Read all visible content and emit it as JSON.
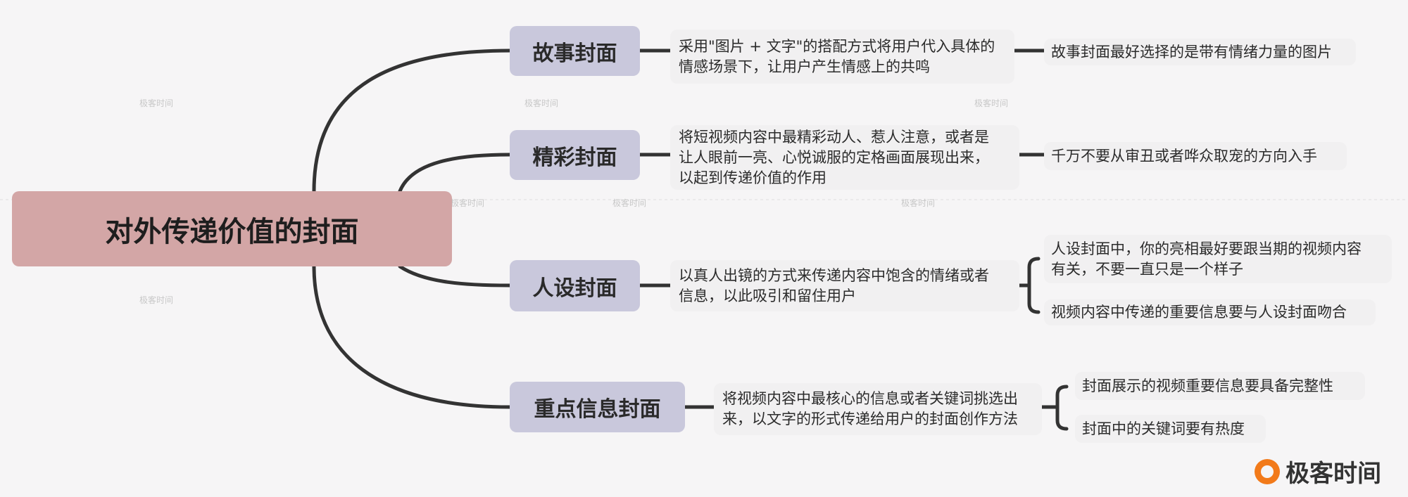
{
  "root": "对外传递价值的封面",
  "branches": [
    {
      "label": "故事封面",
      "desc": "采用\"图片 + 文字\"的搭配方式将用户代入具体的\n情感场景下，让用户产生情感上的共鸣",
      "leaves": [
        "故事封面最好选择的是带有情绪力量的图片"
      ]
    },
    {
      "label": "精彩封面",
      "desc": "将短视频内容中最精彩动人、惹人注意，或者是\n让人眼前一亮、心悦诚服的定格画面展现出来，\n以起到传递价值的作用",
      "leaves": [
        "千万不要从审丑或者哗众取宠的方向入手"
      ]
    },
    {
      "label": "人设封面",
      "desc": "以真人出镜的方式来传递内容中饱含的情绪或者\n信息，以此吸引和留住用户",
      "leaves": [
        "人设封面中，你的亮相最好要跟当期的视频内容\n有关，不要一直只是一个样子",
        "视频内容中传递的重要信息要与人设封面吻合"
      ]
    },
    {
      "label": "重点信息封面",
      "desc": "将视频内容中最核心的信息或者关键词挑选出\n来，以文字的形式传递给用户的封面创作方法",
      "leaves": [
        "封面展示的视频重要信息要具备完整性",
        "封面中的关键词要有热度"
      ]
    }
  ],
  "watermark": "极客时间",
  "logo": "极客时间"
}
